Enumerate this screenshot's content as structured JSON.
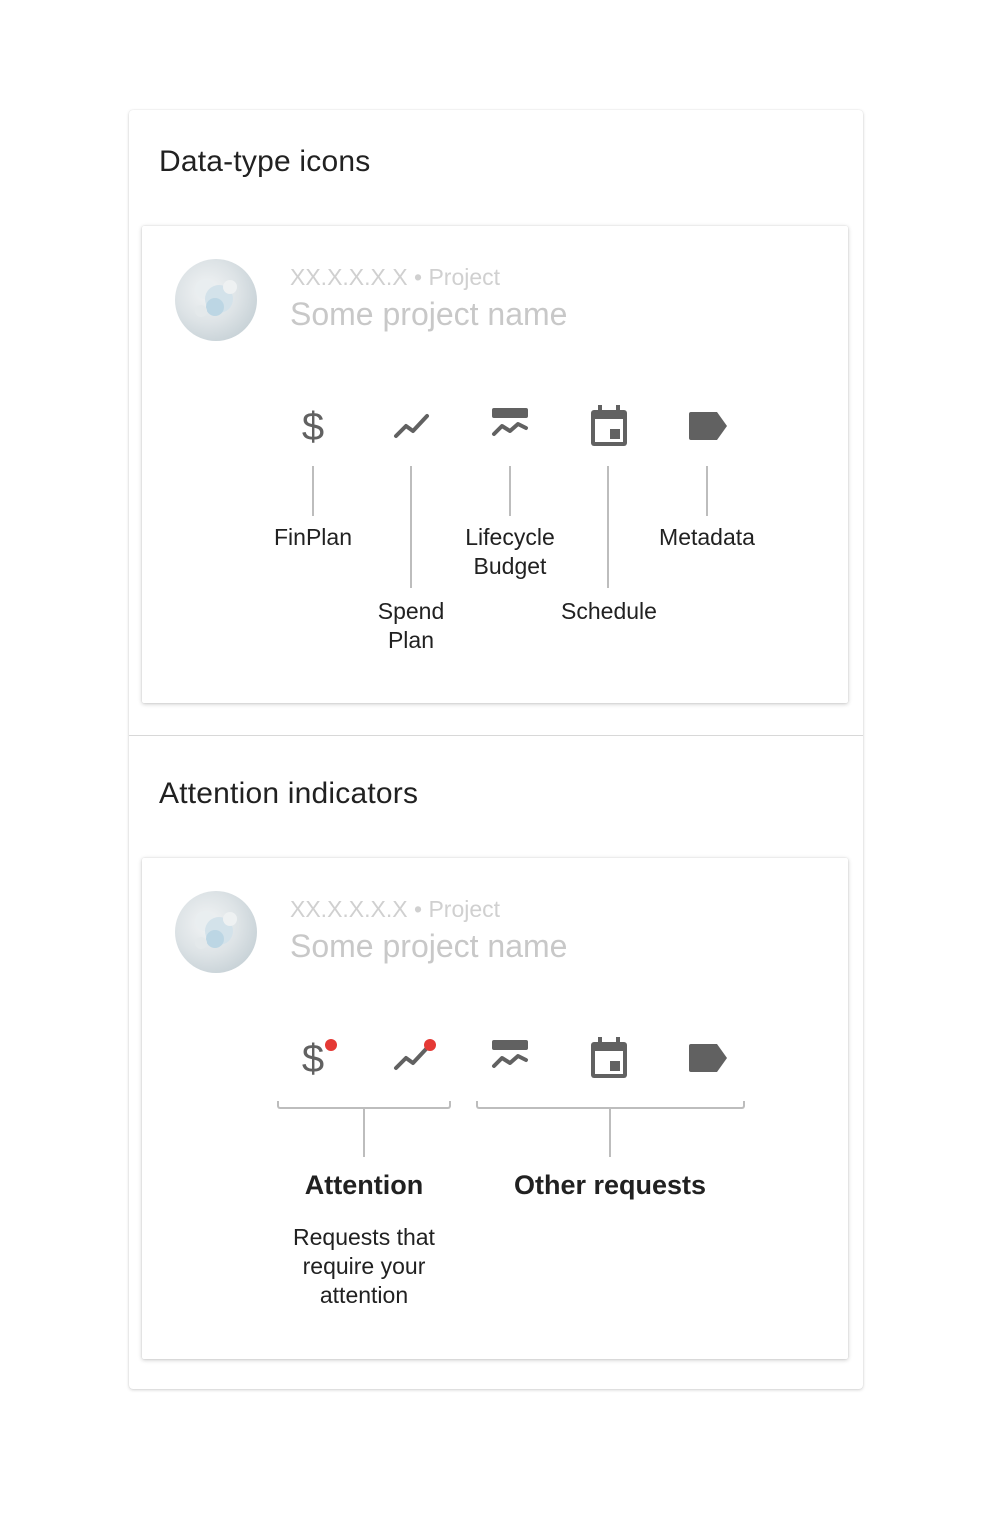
{
  "sections": {
    "data_types": {
      "title": "Data-type icons"
    },
    "attention": {
      "title": "Attention indicators"
    }
  },
  "project": {
    "meta": "XX.X.X.X.X • Project",
    "name": "Some project name"
  },
  "icons": {
    "finplan": {
      "icon": "dollar-icon",
      "label": "FinPlan"
    },
    "spend_plan": {
      "icon": "trending-line-icon",
      "label": "Spend\nPlan"
    },
    "lifecycle_budget": {
      "icon": "lifecycle-budget-icon",
      "label": "Lifecycle\nBudget"
    },
    "schedule": {
      "icon": "calendar-icon",
      "label": "Schedule"
    },
    "metadata": {
      "icon": "tag-icon",
      "label": "Metadata"
    }
  },
  "attention_groups": {
    "attention": {
      "title": "Attention",
      "description": "Requests that\nrequire your\nattention"
    },
    "other": {
      "title": "Other requests"
    }
  },
  "colors": {
    "icon": "#616161",
    "connector": "#bdbdbd",
    "attention_dot": "#e53935",
    "muted_text": "#c8c8c8"
  }
}
